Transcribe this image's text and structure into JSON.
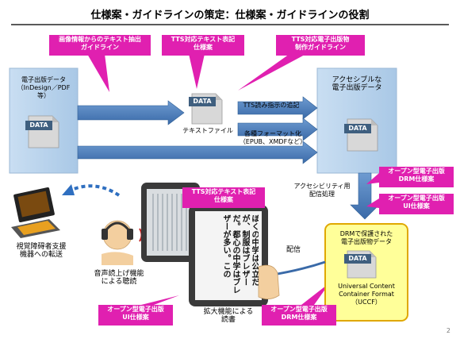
{
  "title": "仕様案・ガイドラインの策定：仕様案・ガイドラインの役割",
  "page_number": "2",
  "callouts": {
    "top_left": "画像情報からのテキスト抽出\nガイドライン",
    "top_mid": "TTS対応テキスト表記\n仕様案",
    "top_right": "TTS対応電子出版物\n制作ガイドライン",
    "tts_spec": "TTS対応テキスト表記\n仕様案",
    "drm_spec_right": "オープン型電子出版\nDRM仕様案",
    "ui_spec_right": "オープン型電子出版\nUI仕様案",
    "ui_spec_bottom": "オープン型電子出版\nUI仕様案",
    "drm_spec_bottom": "オープン型電子出版\nDRM仕様案"
  },
  "source": {
    "label": "電子出版データ\n（InDesign／PDF\n等）"
  },
  "accessible": {
    "label": "アクセシブルな\n電子出版データ"
  },
  "text_file": {
    "label": "テキストファイル"
  },
  "doc_icon_text": "DATA",
  "arrows": {
    "tts_reading": "TTS読み指示の追記",
    "format_conv": "各種フォーマット化\n（EPUB、XMDFなど）",
    "accessibility_proc": "アクセシビリティ用\n配信処理",
    "delivery": "配信"
  },
  "uccf": {
    "label": "DRMで保護された\n電子出版物データ",
    "format": "Universal Content\nContainer Format\n（UCCF）"
  },
  "devices": {
    "transfer": "視覚障碍者支援\n機器への転送",
    "tts": "音声読上げ機能\nによる聴読",
    "zoom": "拡大機能による\n読書",
    "vertical_text": "ぼくの中学は公立だが、制服はブレザーだ。都心の中学はブレザーが多い。この"
  },
  "colors": {
    "box_blue": "#b8d4ec",
    "arrow_blue": "#4f81bd",
    "magenta": "#e020b0",
    "yellow_fill": "#ffff99",
    "yellow_border": "#e0a800"
  }
}
